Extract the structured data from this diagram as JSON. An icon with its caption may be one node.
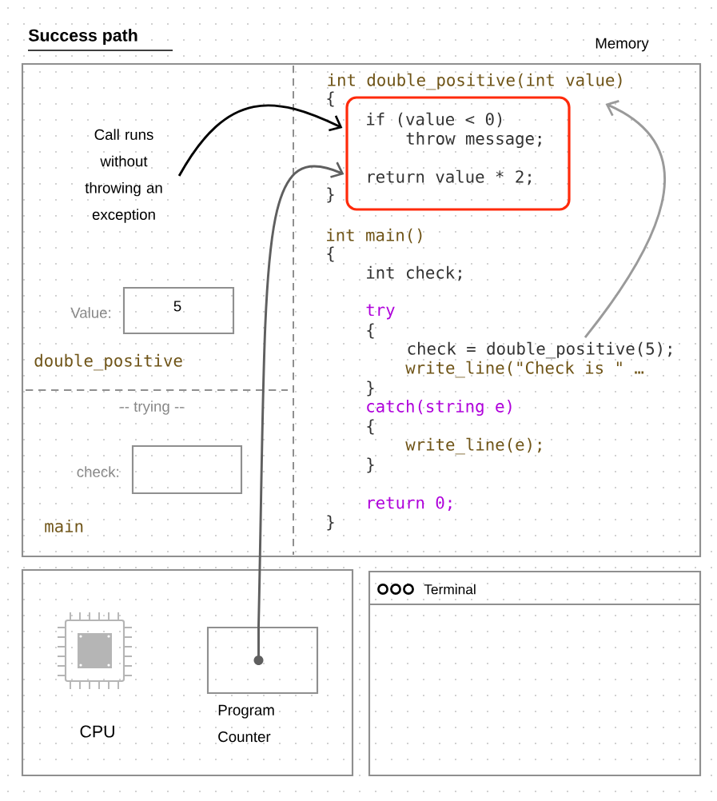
{
  "diagram": {
    "title": "Success path",
    "nodes": [
      {
        "text": [
          "Memory"
        ]
      },
      {
        "text": [
          "Call runs without throwing an exception"
        ],
        "in": 0
      },
      {
        "text": [
          "5"
        ],
        "beside": [
          "Value:"
        ],
        "in": 0
      },
      {
        "text": [],
        "shape": "box",
        "beside": [
          "check:"
        ],
        "in": 0
      },
      {
        "text": [
          "int double_positive(int value)"
        ],
        "in": 0
      },
      {
        "text": [
          "if (value < 0)",
          "throw message;",
          "return value * 2;"
        ],
        "in": 0
      },
      {
        "text": [
          "check = double_positive(5);"
        ],
        "in": 0
      },
      {
        "text": [],
        "shape": "box"
      },
      {
        "text": [],
        "shape": "box",
        "beside": [
          "Program Counter"
        ],
        "in": 7
      },
      {
        "text": [
          "Terminal"
        ]
      }
    ],
    "edges": [
      {
        "from": 1,
        "to": 5,
        "arrow": "to",
        "color": "#000000"
      },
      {
        "from": 8,
        "to": 5,
        "arrow": "to",
        "color": "#5f5f5f"
      },
      {
        "from": 6,
        "to": 4,
        "arrow": "to",
        "color": "#9a9a9a"
      }
    ],
    "labels": [
      "{",
      "}",
      "int main()",
      "{",
      "int check;",
      "try",
      "{",
      "write_line(\"Check is \" …",
      "}",
      "catch(string e)",
      "{",
      "write_line(e);",
      "}",
      "return 0;",
      "}",
      "double_positive",
      "-- trying --",
      "main",
      "CPU"
    ]
  }
}
